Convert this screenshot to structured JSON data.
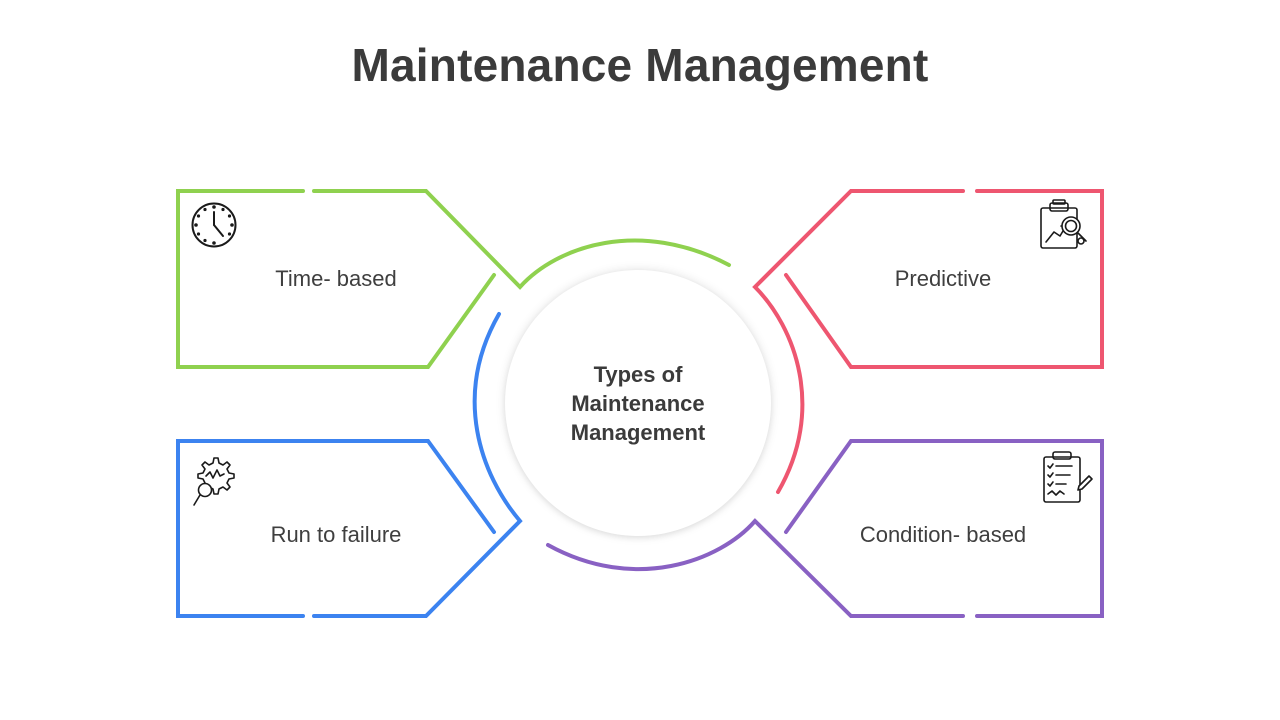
{
  "title": "Maintenance Management",
  "center": {
    "lines": [
      "Types of",
      "Maintenance",
      "Management"
    ]
  },
  "items": [
    {
      "label": "Time- based",
      "color": "#8fd14f",
      "icon": "clock-icon"
    },
    {
      "label": "Predictive",
      "color": "#ee5670",
      "icon": "clipboard-analytics-icon"
    },
    {
      "label": "Run to failure",
      "color": "#3c83f0",
      "icon": "gear-failure-icon"
    },
    {
      "label": "Condition- based",
      "color": "#8961c3",
      "icon": "checklist-icon"
    }
  ]
}
